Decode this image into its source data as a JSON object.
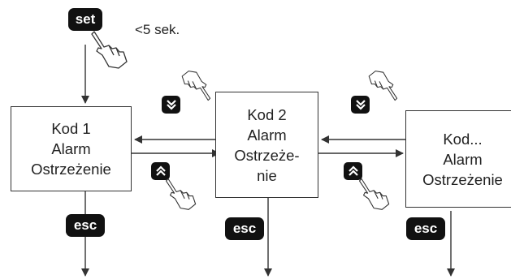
{
  "top": {
    "set_label": "set",
    "time_note": "<5 sek."
  },
  "boxes": [
    {
      "lines": [
        "Kod 1",
        "Alarm",
        "Ostrzeżenie"
      ]
    },
    {
      "lines": [
        "Kod 2",
        "Alarm",
        "Ostrzeże-",
        "nie"
      ]
    },
    {
      "lines": [
        "Kod...",
        "Alarm",
        "Ostrzeżenie"
      ]
    }
  ],
  "esc_label": "esc",
  "icons": {
    "down": "double-chevron-down-icon",
    "up": "double-chevron-up-icon",
    "hand": "pointing-hand-icon"
  }
}
